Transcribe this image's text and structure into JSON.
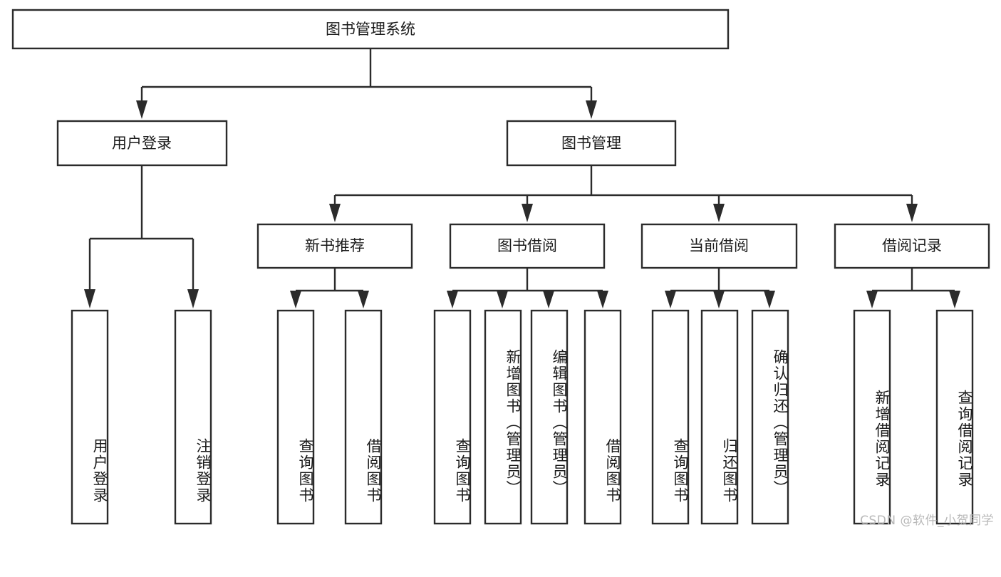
{
  "diagram": {
    "title": "图书管理系统",
    "type": "tree-hierarchy",
    "watermark": "CSDN @软件_小贺同学",
    "colors": {
      "background": "#ffffff",
      "stroke": "#2b2b2b",
      "box_fill": "#ffffff",
      "text": "#1a1a1a",
      "watermark": "#b8b8b8"
    },
    "nodes": {
      "root": {
        "label": "图书管理系统",
        "orientation": "horizontal"
      },
      "level2": [
        {
          "id": "user-login",
          "label": "用户登录",
          "orientation": "horizontal"
        },
        {
          "id": "book-management",
          "label": "图书管理",
          "orientation": "horizontal"
        }
      ],
      "level3": [
        {
          "id": "new-book-recommend",
          "label": "新书推荐",
          "orientation": "horizontal"
        },
        {
          "id": "book-borrow",
          "label": "图书借阅",
          "orientation": "horizontal"
        },
        {
          "id": "current-borrow",
          "label": "当前借阅",
          "orientation": "horizontal"
        },
        {
          "id": "borrow-record",
          "label": "借阅记录",
          "orientation": "horizontal"
        }
      ],
      "leaves": [
        {
          "id": "leaf-user-login",
          "label": "用户登录",
          "parent": "user-login",
          "orientation": "vertical"
        },
        {
          "id": "leaf-user-logout",
          "label": "注销登录",
          "parent": "user-login",
          "orientation": "vertical"
        },
        {
          "id": "leaf-query-book-1",
          "label": "查询图书",
          "parent": "new-book-recommend",
          "orientation": "vertical"
        },
        {
          "id": "leaf-borrow-book-1",
          "label": "借阅图书",
          "parent": "new-book-recommend",
          "orientation": "vertical"
        },
        {
          "id": "leaf-query-book-2",
          "label": "查询图书",
          "parent": "book-borrow",
          "orientation": "vertical"
        },
        {
          "id": "leaf-add-book",
          "label": "新增图书（管理员）",
          "parent": "book-borrow",
          "orientation": "vertical"
        },
        {
          "id": "leaf-edit-book",
          "label": "编辑图书（管理员）",
          "parent": "book-borrow",
          "orientation": "vertical"
        },
        {
          "id": "leaf-borrow-book-2",
          "label": "借阅图书",
          "parent": "book-borrow",
          "orientation": "vertical"
        },
        {
          "id": "leaf-query-book-3",
          "label": "查询图书",
          "parent": "current-borrow",
          "orientation": "vertical"
        },
        {
          "id": "leaf-return-book",
          "label": "归还图书",
          "parent": "current-borrow",
          "orientation": "vertical"
        },
        {
          "id": "leaf-confirm-return",
          "label": "确认归还（管理员）",
          "parent": "current-borrow",
          "orientation": "vertical"
        },
        {
          "id": "leaf-add-record",
          "label": "新增借阅记录",
          "parent": "borrow-record",
          "orientation": "vertical"
        },
        {
          "id": "leaf-query-record",
          "label": "查询借阅记录",
          "parent": "borrow-record",
          "orientation": "vertical"
        }
      ]
    }
  }
}
